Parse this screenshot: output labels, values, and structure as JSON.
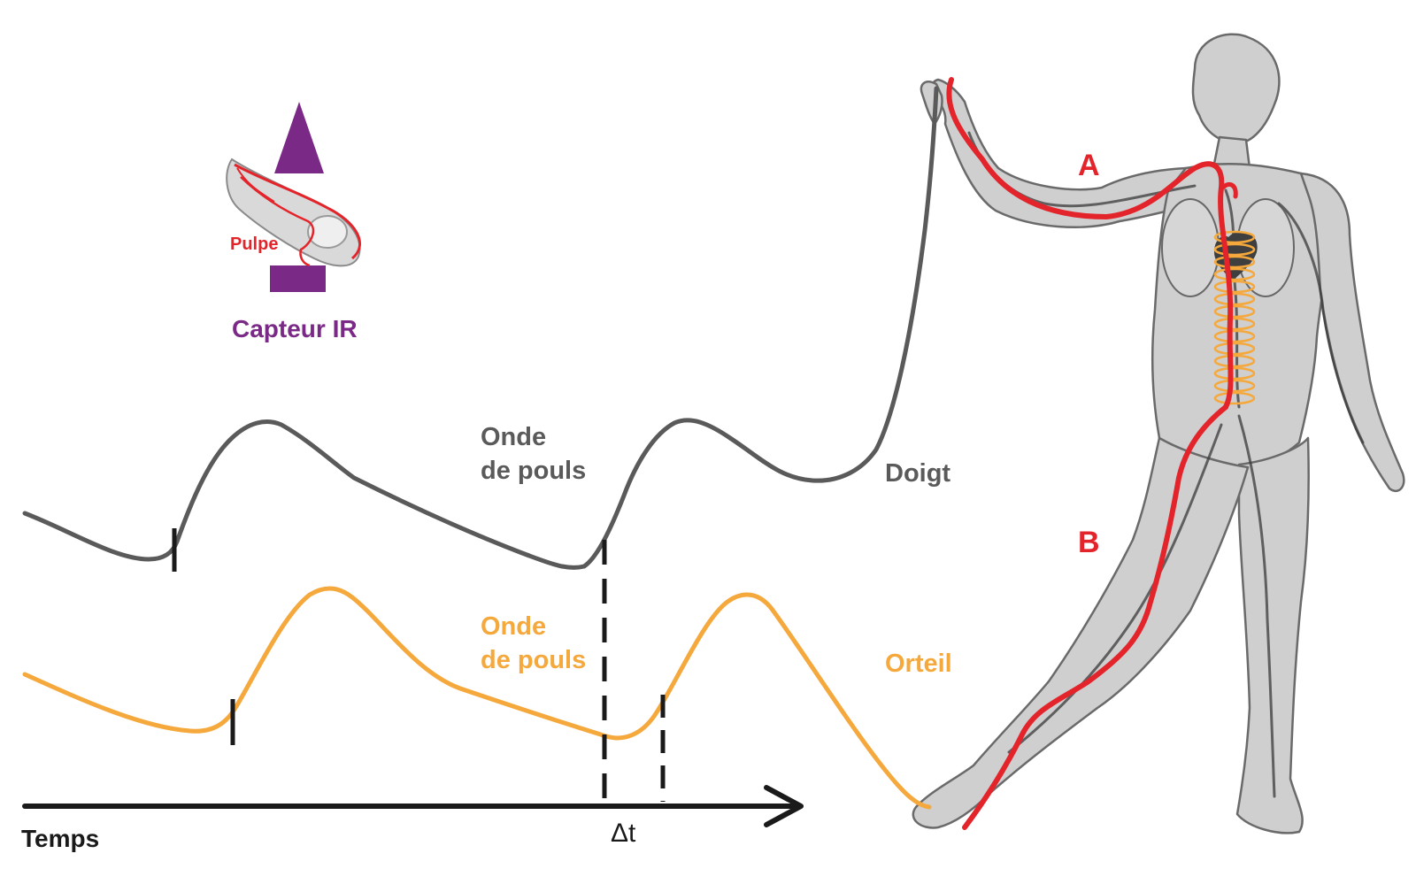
{
  "sensor": {
    "pulp_label": "Pulpe",
    "sensor_label": "Capteur IR"
  },
  "waves": {
    "finger": {
      "line1": "Onde",
      "line2": "de pouls",
      "site_label": "Doigt"
    },
    "toe": {
      "line1": "Onde",
      "line2": "de pouls",
      "site_label": "Orteil"
    }
  },
  "axis": {
    "time_label": "Temps",
    "delta_label": "Δt"
  },
  "body": {
    "path_a_label": "A",
    "path_b_label": "B"
  },
  "colors": {
    "finger_wave": "#5a5a5a",
    "toe_wave": "#f5a83c",
    "artery": "#e4242b",
    "sensor": "#7a2a86",
    "axis": "#1a1a1a"
  },
  "icons": [
    "ir-emitter-triangle-icon",
    "ir-receiver-bar-icon",
    "finger-pulp-icon",
    "human-figure-icon",
    "aorta-coil-icon"
  ]
}
